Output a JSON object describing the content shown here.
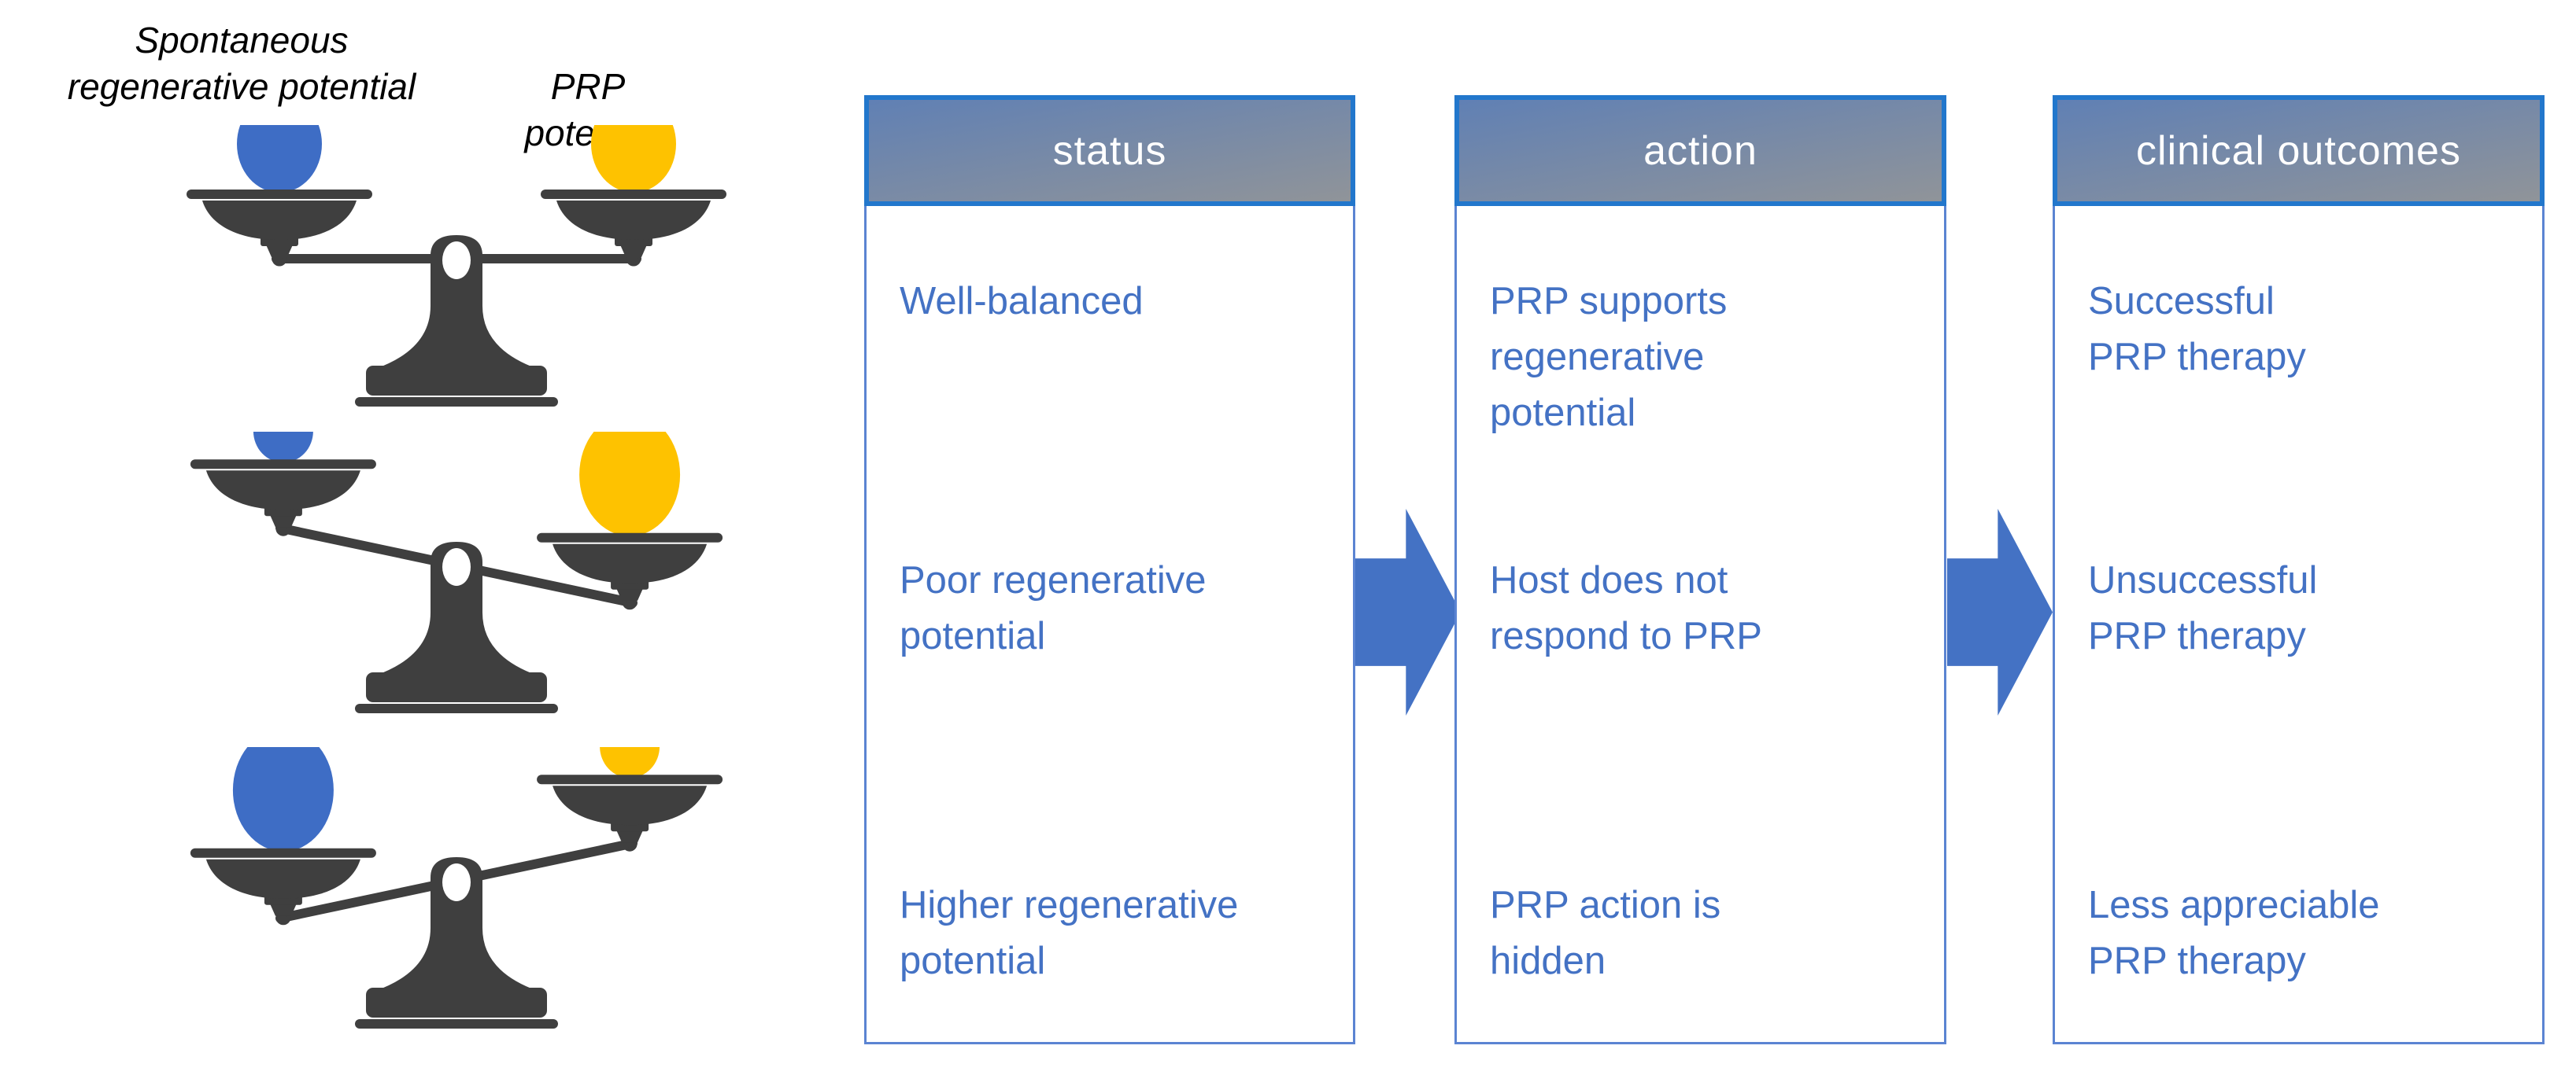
{
  "labels": {
    "left_pan": "Spontaneous\nregenerative potential",
    "right_pan": "PRP potency"
  },
  "columns": [
    {
      "id": "status",
      "header": "status",
      "rows": [
        "Well-balanced",
        "Poor regenerative\npotential",
        "Higher regenerative\npotential"
      ]
    },
    {
      "id": "action",
      "header": "action",
      "rows": [
        "PRP supports\nregenerative\npotential",
        "Host does not\nrespond to PRP",
        "PRP action is\nhidden"
      ]
    },
    {
      "id": "clinical-outcomes",
      "header": "clinical outcomes",
      "rows": [
        "Successful\nPRP therapy",
        "Unsuccessful\nPRP therapy",
        "Less appreciable\nPRP therapy"
      ]
    }
  ],
  "scales": [
    {
      "name": "balanced",
      "tilt_deg": 0,
      "left_ball": {
        "color": "blue",
        "size": "medium"
      },
      "right_ball": {
        "color": "yellow",
        "size": "medium"
      }
    },
    {
      "name": "right-heavy",
      "tilt_deg": 12,
      "left_ball": {
        "color": "blue",
        "size": "small"
      },
      "right_ball": {
        "color": "yellow",
        "size": "large"
      }
    },
    {
      "name": "left-heavy",
      "tilt_deg": -12,
      "left_ball": {
        "color": "blue",
        "size": "large"
      },
      "right_ball": {
        "color": "yellow",
        "size": "small"
      }
    }
  ],
  "colors": {
    "background": "#ffffff",
    "text_blue": "#4472c4",
    "arrow_blue": "#4472c4",
    "box_border": "#5b84d2",
    "header_border": "#2277cc",
    "header_grad_top": "#6080b4",
    "header_grad_bottom": "#909499",
    "header_text": "#ffffff",
    "label_text": "#000000",
    "scale_dark": "#3f3f3f",
    "ball_blue": "#3e6dc5",
    "ball_yellow": "#fec200"
  }
}
